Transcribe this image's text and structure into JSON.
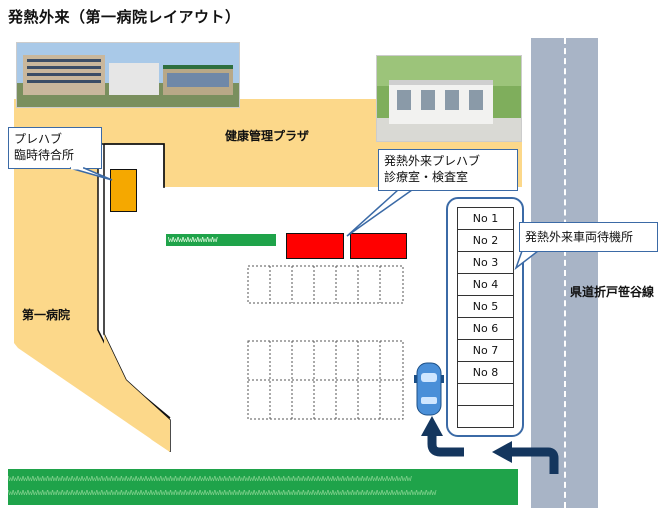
{
  "title": "発熱外来（第一病院レイアウト）",
  "labels": {
    "plaza": "健康管理プラザ",
    "hospital": "第一病院",
    "road": "県道折戸笹谷線"
  },
  "callouts": {
    "prefab_waiting": [
      "プレハブ",
      "臨時待合所"
    ],
    "prefab_exam": [
      "発熱外来プレハブ",
      "診療室・検査室"
    ],
    "vehicle_waiting": "発熱外来車両待機所"
  },
  "slots": [
    "No 1",
    "No 2",
    "No 3",
    "No 4",
    "No 5",
    "No 6",
    "No 7",
    "No 8",
    "",
    ""
  ],
  "hedges": {
    "small": "wwwwwwwwww",
    "bottom_row1": "wwwwwwwwwwwwwwwwwwwwwwwwwwwwwwwwwwwwwwwwwwwwwwwwwwwwwwwwwwwwwwwwwwwwwwwwwwwwwwwwww",
    "bottom_row2": "wwwwwwwwwwwwwwwwwwwwwwwwwwwwwwwwwwwwwwwwwwwwwwwwwwwwwwwwwwwwwwwwwwwwwwwwwwwwwwwwwwwwwww"
  },
  "colors": {
    "building": "#fcd88a",
    "prefab_waiting": "#f5a800",
    "prefab_exam": "#ff0000",
    "hedge": "#1fa34a",
    "road": "#a8b4c6",
    "callout_border": "#3b6aa6",
    "arrow": "#14365e",
    "car": "#4a8fd8"
  },
  "icons": [
    "hospital-photo",
    "prefab-photo",
    "car-icon",
    "turn-arrow-icon"
  ]
}
